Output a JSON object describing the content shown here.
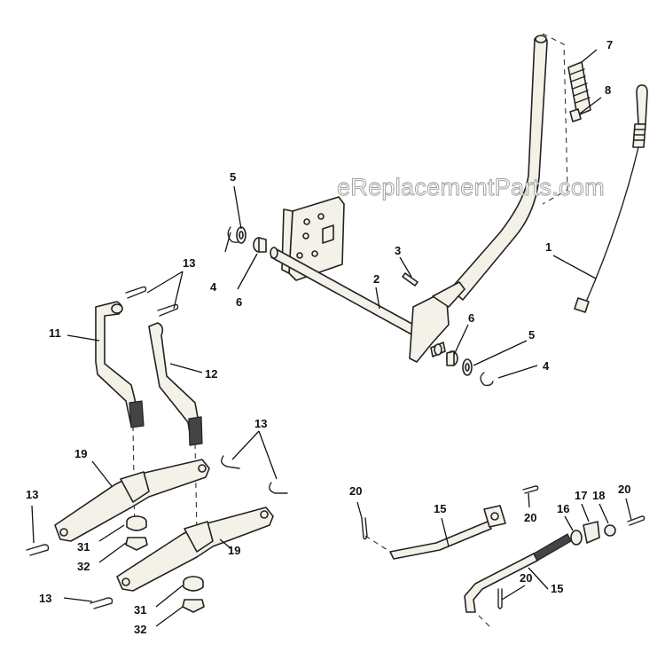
{
  "watermark": "eReplacementParts.com",
  "callouts": {
    "c1": "1",
    "c2": "2",
    "c3": "3",
    "c4a": "4",
    "c4b": "4",
    "c5a": "5",
    "c5b": "5",
    "c6a": "6",
    "c6b": "6",
    "c7": "7",
    "c8": "8",
    "c11": "11",
    "c12": "12",
    "c13a": "13",
    "c13b": "13",
    "c13c": "13",
    "c13d": "13",
    "c15a": "15",
    "c15b": "15",
    "c16": "16",
    "c17": "17",
    "c18": "18",
    "c19a": "19",
    "c19b": "19",
    "c20a": "20",
    "c20b": "20",
    "c20c": "20",
    "c20d": "20",
    "c31a": "31",
    "c31b": "31",
    "c32a": "32",
    "c32b": "32"
  }
}
